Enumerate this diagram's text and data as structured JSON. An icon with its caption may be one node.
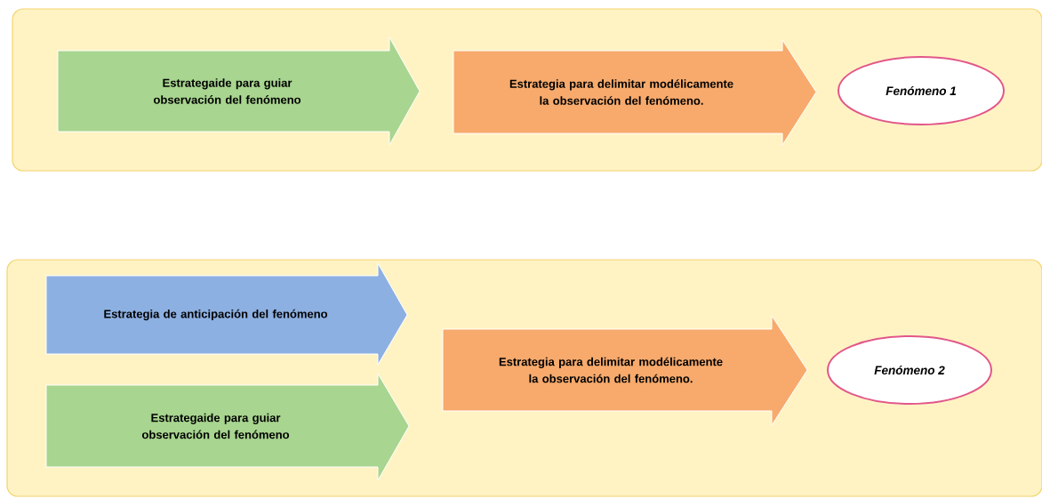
{
  "diagram": {
    "nodes": [
      {
        "text": [],
        "shape": "box"
      },
      {
        "text": [
          "Estrategaide para guiar observación del fenómeno"
        ],
        "in": 0
      },
      {
        "text": [
          "Estrategia para delimitar modélicamente la observación del fenómeno."
        ],
        "in": 0
      },
      {
        "text": [
          "Fenómeno 1"
        ],
        "in": 0
      },
      {
        "text": [],
        "shape": "box"
      },
      {
        "text": [
          "Estrategia de anticipación del fenómeno"
        ],
        "in": 4
      },
      {
        "text": [
          "Estrategaide para guiar observación del fenómeno"
        ],
        "in": 4
      },
      {
        "text": [
          "Estrategia para delimitar modélicamente la observación del fenómeno."
        ],
        "in": 4
      },
      {
        "text": [
          "Fenómeno 2"
        ],
        "in": 4
      }
    ]
  }
}
